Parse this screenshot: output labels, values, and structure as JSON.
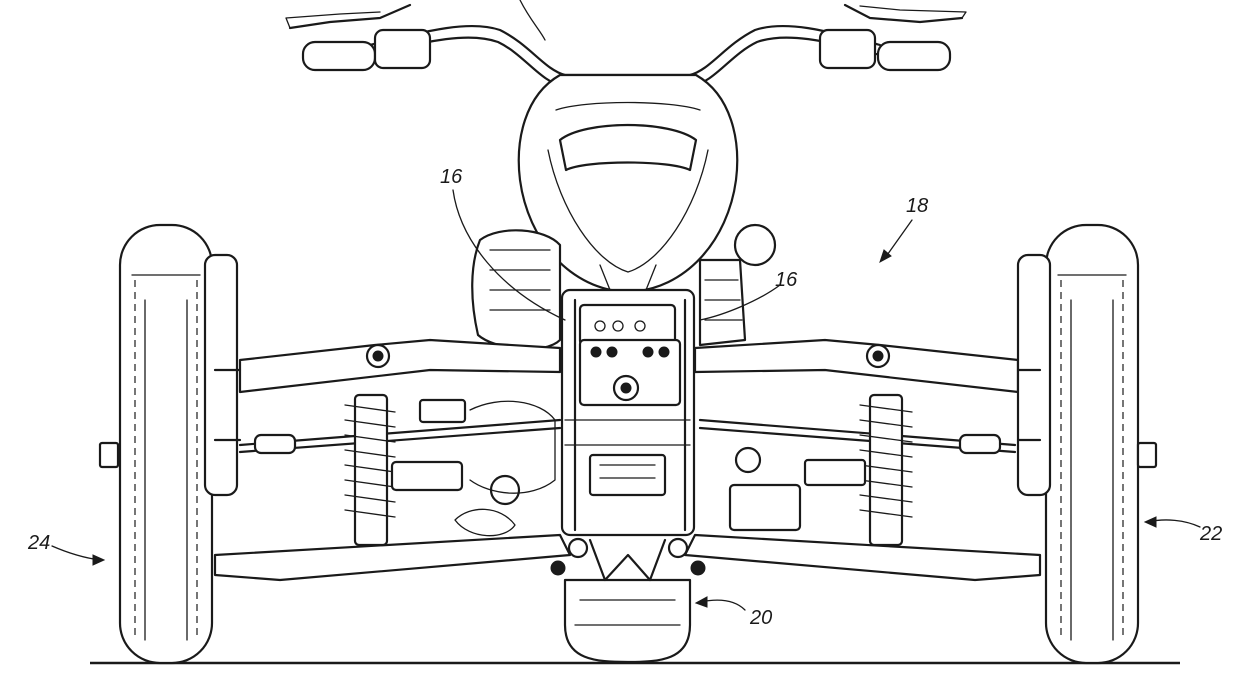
{
  "figure": {
    "labels": {
      "ref_16a": "16",
      "ref_16b": "16",
      "ref_18": "18",
      "ref_20": "20",
      "ref_22": "22",
      "ref_24": "24"
    },
    "colors": {
      "line": "#1a1a1a",
      "background": "#ffffff"
    }
  }
}
